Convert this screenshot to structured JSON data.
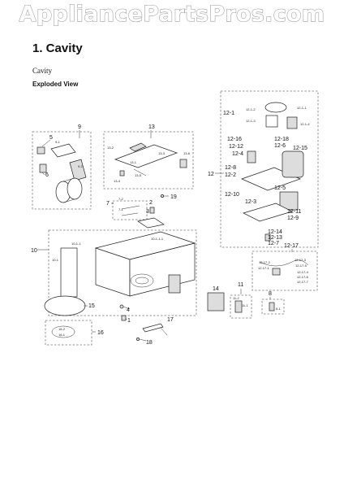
{
  "watermark": "AppliancePartsPros.com",
  "heading": "1.  Cavity",
  "subheading": "Cavity",
  "section_label": "Exploded View",
  "callouts": {
    "c1": "1",
    "c2": "2",
    "c3": "3",
    "c4": "4",
    "c5": "5",
    "c6": "6",
    "c7": "7",
    "c8": "8",
    "c9": "9",
    "c10": "10",
    "c11": "11",
    "c12": "12",
    "c13": "13",
    "c14": "14",
    "c15": "15",
    "c16": "16",
    "c17": "17",
    "c18": "18",
    "c19": "19",
    "c9_1": "9-1",
    "c9_2": "9-2",
    "c13_1": "13-1",
    "c13_2": "13-2",
    "c13_3": "13-3",
    "c13_4": "13-4",
    "c13_5": "13-5",
    "c13_6": "13-6",
    "c7_1": "7-1",
    "c7_2": "7-2",
    "c10_1": "10-1",
    "c10_1_1": "10-1-1",
    "c10_1_1_1": "10-1-1-1",
    "c12_1": "12-1",
    "c12_1_1": "12-1-1",
    "c12_1_2": "12-1-2",
    "c12_1_3": "12-1-3",
    "c12_1_4": "12-1-4",
    "c12_2": "12-2",
    "c12_3": "12-3",
    "c12_4": "12-4",
    "c12_5": "12-5",
    "c12_6": "12-6",
    "c12_7": "12-7",
    "c12_8": "12-8",
    "c12_9": "12-9",
    "c12_10": "12-10",
    "c12_11": "12-11",
    "c12_12": "12-12",
    "c12_13": "12-13",
    "c12_14": "12-14",
    "c12_15": "12-15",
    "c12_16": "12-16",
    "c12_17": "12-17",
    "c12_18": "12-18",
    "c12_17_1": "12-17-1",
    "c12_17_2": "12-17-2",
    "c12_17_3": "12-17-3",
    "c12_17_4": "12-17-4",
    "c12_17_5": "12-17-5",
    "c12_17_6": "12-17-6",
    "c12_17_7": "12-17-7",
    "c11_1": "11-1",
    "c11_2": "11-2",
    "c8_1": "8-1",
    "c16_1": "16-1",
    "c16_2": "16-2"
  }
}
